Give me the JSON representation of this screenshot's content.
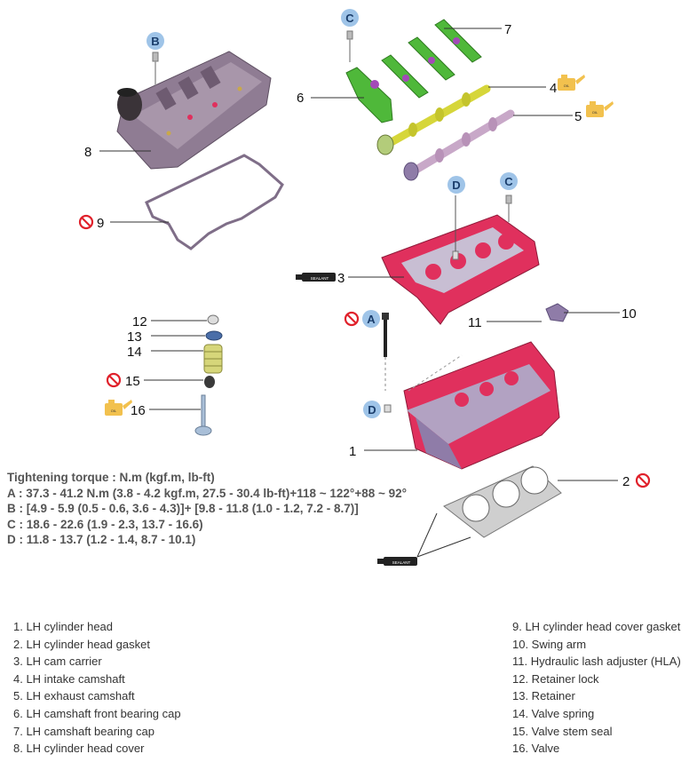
{
  "callouts": {
    "n1": "1",
    "n2": "2",
    "n3": "3",
    "n4": "4",
    "n5": "5",
    "n6": "6",
    "n7": "7",
    "n8": "8",
    "n9": "9",
    "n10": "10",
    "n11": "11",
    "n12": "12",
    "n13": "13",
    "n14": "14",
    "n15": "15",
    "n16": "16"
  },
  "bolt_badges": {
    "A": "A",
    "B": "B",
    "C": "C",
    "D": "D"
  },
  "tube_label": "SEALANT",
  "oil_label": "OIL",
  "torque": {
    "heading": "Tightening torque : N.m (kgf.m, lb-ft)",
    "A": "A : 37.3 - 41.2 N.m (3.8 - 4.2 kgf.m, 27.5 - 30.4 lb-ft)+118 ~ 122°+88 ~ 92°",
    "B": "B : [4.9 - 5.9 (0.5 - 0.6, 3.6 - 4.3)]+ [9.8 - 11.8 (1.0 - 1.2, 7.2 - 8.7)]",
    "C": "C : 18.6 - 22.6 (1.9 - 2.3, 13.7 - 16.6)",
    "D": "D : 11.8 - 13.7 (1.2 - 1.4, 8.7 - 10.1)"
  },
  "legend_left": [
    "1. LH cylinder head",
    "2. LH cylinder head gasket",
    "3. LH cam carrier",
    "4. LH intake camshaft",
    "5. LH exhaust camshaft",
    "6. LH camshaft front bearing cap",
    "7. LH camshaft bearing cap",
    "8. LH cylinder head cover"
  ],
  "legend_right": [
    "9. LH cylinder head cover gasket",
    "10. Swing arm",
    "11. Hydraulic lash adjuster (HLA)",
    "12. Retainer lock",
    "13. Retainer",
    "14. Valve spring",
    "15. Valve stem seal",
    "16. Valve"
  ],
  "colors": {
    "cover": "#8f7c93",
    "carrier": "#e0305d",
    "cap": "#4fb83a",
    "intake_cam": "#d6d63a",
    "exhaust_cam": "#c8a8c8",
    "badge": "#9fc4e8",
    "no_reuse": "#e0212b",
    "oil_can": "#f2c14e"
  }
}
